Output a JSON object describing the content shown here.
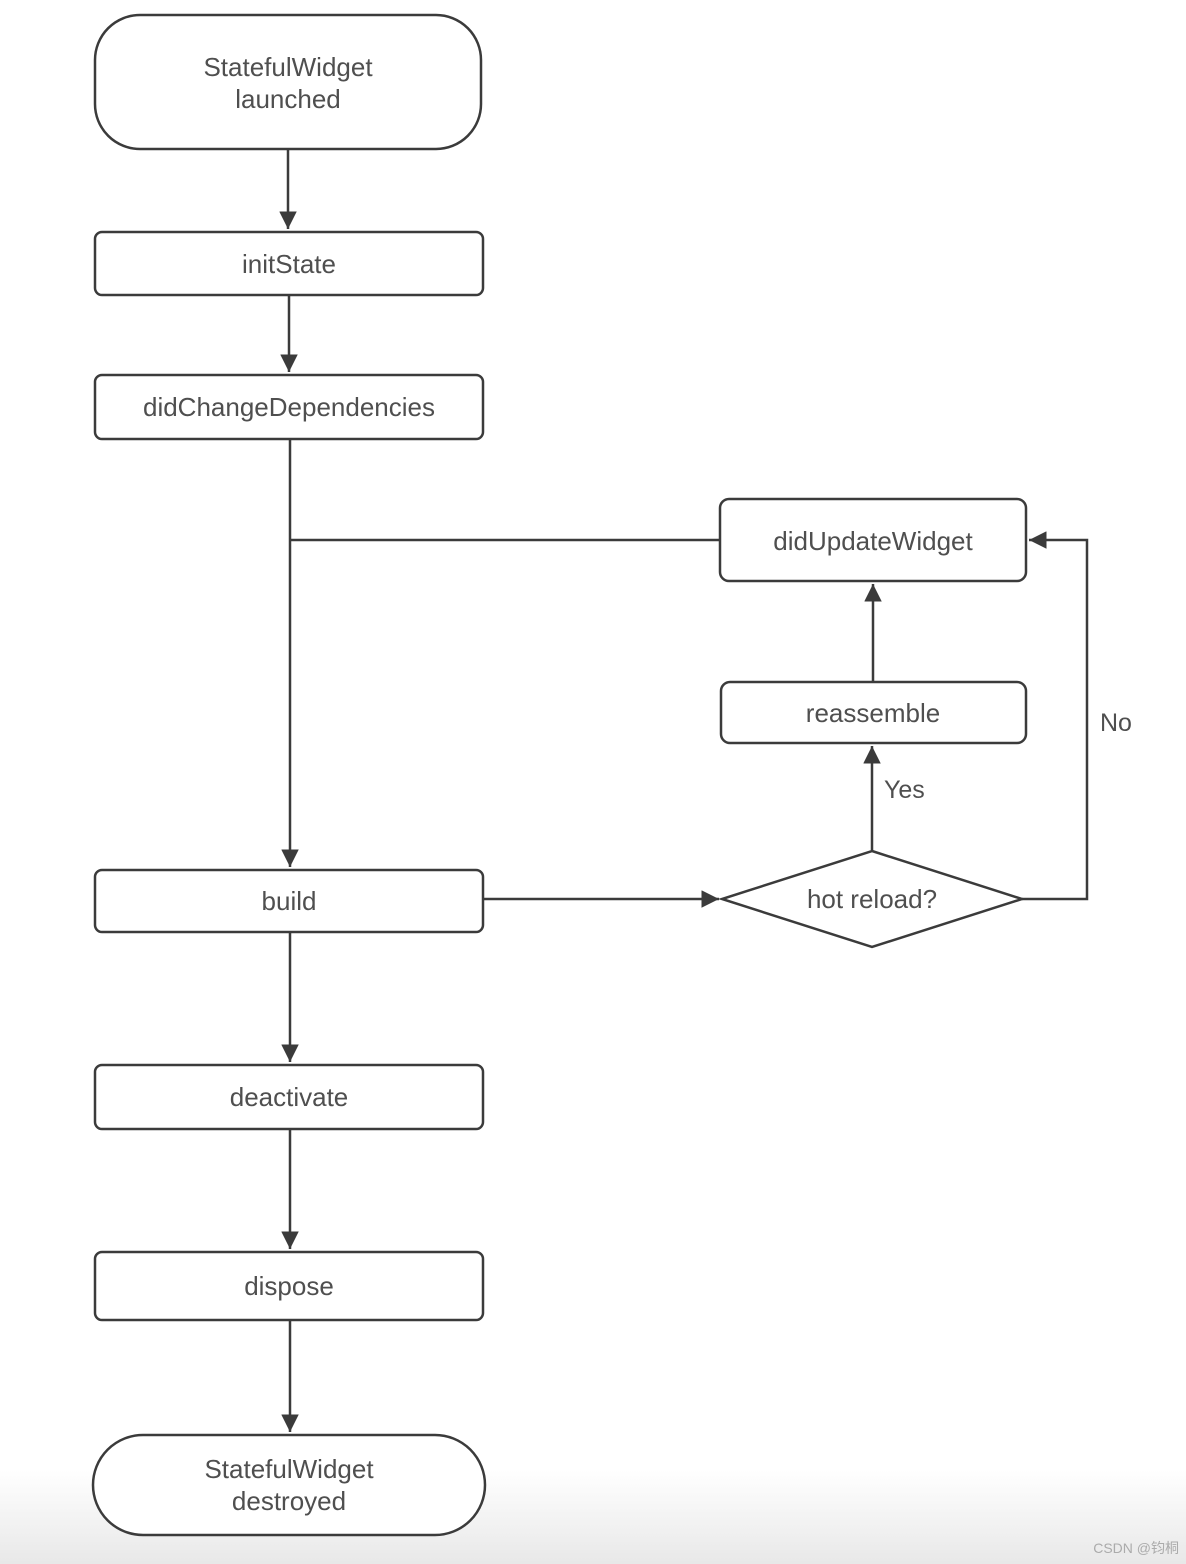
{
  "diagram": {
    "nodes": {
      "start": {
        "line1": "StatefulWidget",
        "line2": "launched"
      },
      "init_state": {
        "label": "initState"
      },
      "did_change_dependencies": {
        "label": "didChangeDependencies"
      },
      "did_update_widget": {
        "label": "didUpdateWidget"
      },
      "reassemble": {
        "label": "reassemble"
      },
      "build": {
        "label": "build"
      },
      "hot_reload": {
        "label": "hot reload?"
      },
      "deactivate": {
        "label": "deactivate"
      },
      "dispose": {
        "label": "dispose"
      },
      "end": {
        "line1": "StatefulWidget",
        "line2": "destroyed"
      }
    },
    "edge_labels": {
      "yes": "Yes",
      "no": "No"
    },
    "colors": {
      "line": "#3b3b3b",
      "text": "#4f4f4f",
      "node_fill": "#ffffff",
      "background": "#ffffff",
      "watermark": "#ababab"
    }
  },
  "watermark": {
    "text": "CSDN @钧桐"
  }
}
